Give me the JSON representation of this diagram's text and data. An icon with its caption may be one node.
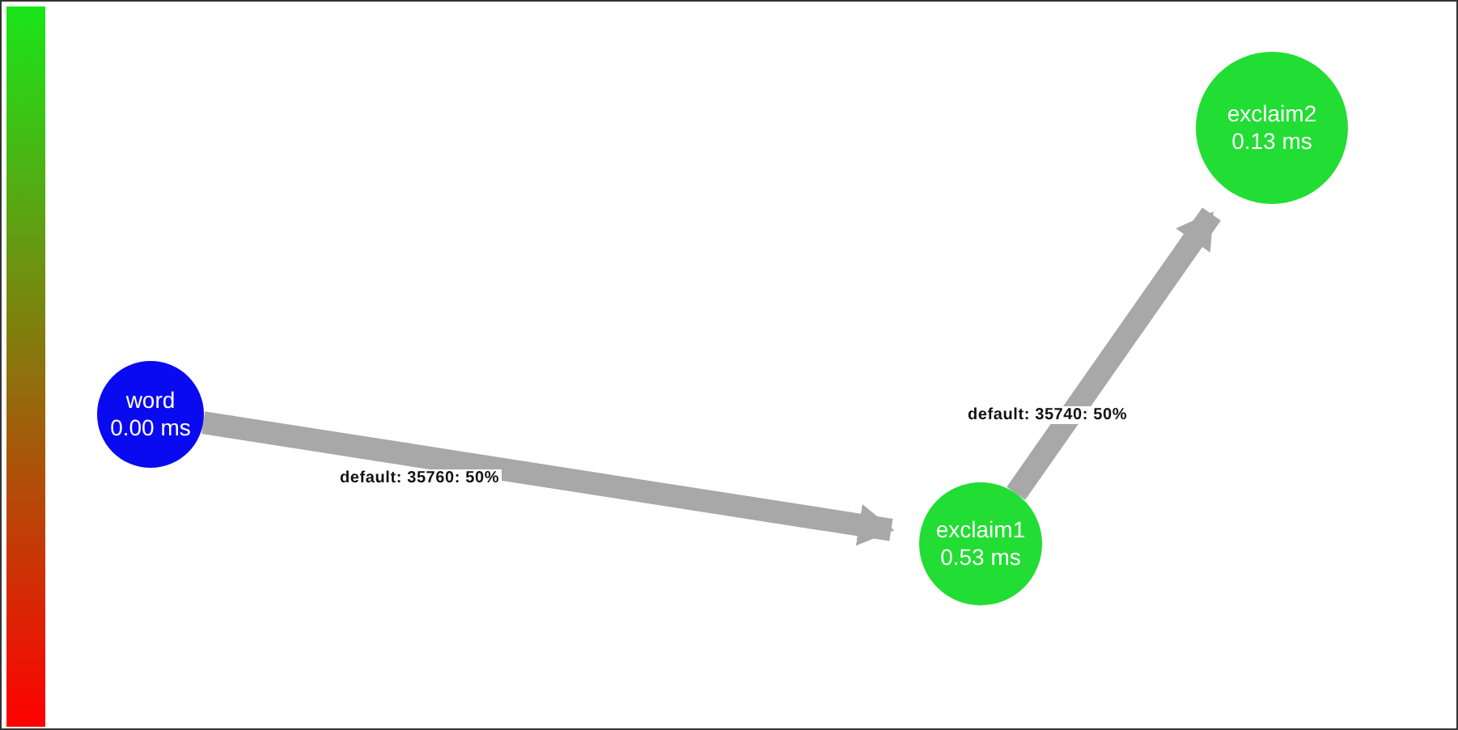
{
  "diagram": {
    "nodes": [
      {
        "text": [
          "word",
          "0.00 ms"
        ]
      },
      {
        "text": [
          "exclaim1",
          "0.53 ms"
        ]
      },
      {
        "text": [
          "exclaim2",
          "0.13 ms"
        ]
      },
      {
        "text": [],
        "shape": "bar"
      }
    ],
    "edges": [
      {
        "from": 0,
        "to": 1,
        "arrow": "to",
        "label": "default: 35760: 50%"
      },
      {
        "from": 1,
        "to": 2,
        "arrow": "to",
        "label": "default: 35740: 50%"
      }
    ]
  }
}
